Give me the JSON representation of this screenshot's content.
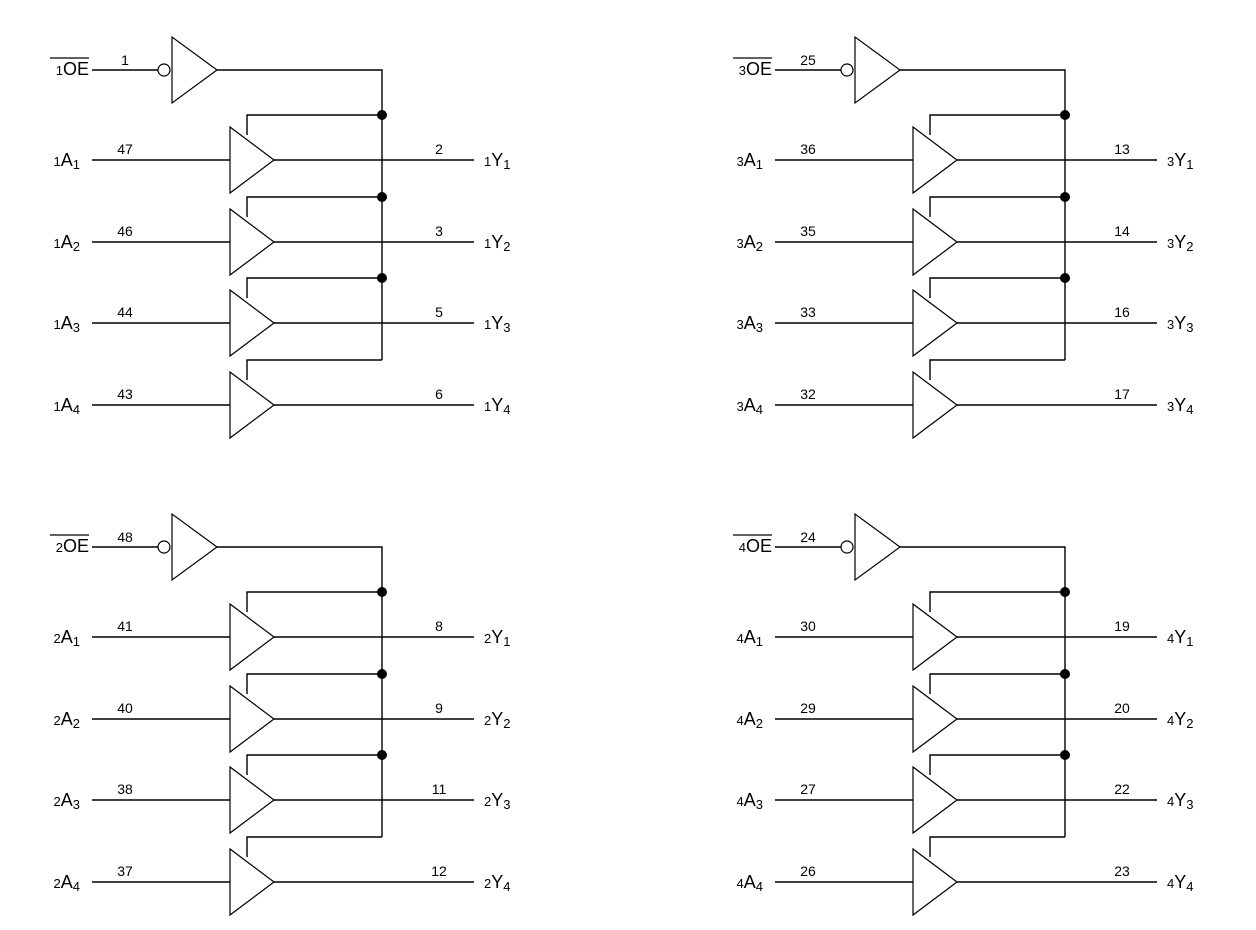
{
  "groups": [
    {
      "id": "1",
      "oe": {
        "prefix": "1",
        "name": "OE",
        "pin": "1"
      },
      "channels": [
        {
          "in_prefix": "1",
          "in_name": "A",
          "in_idx": "1",
          "in_pin": "47",
          "out_pin": "2",
          "out_prefix": "1",
          "out_name": "Y",
          "out_idx": "1"
        },
        {
          "in_prefix": "1",
          "in_name": "A",
          "in_idx": "2",
          "in_pin": "46",
          "out_pin": "3",
          "out_prefix": "1",
          "out_name": "Y",
          "out_idx": "2"
        },
        {
          "in_prefix": "1",
          "in_name": "A",
          "in_idx": "3",
          "in_pin": "44",
          "out_pin": "5",
          "out_prefix": "1",
          "out_name": "Y",
          "out_idx": "3"
        },
        {
          "in_prefix": "1",
          "in_name": "A",
          "in_idx": "4",
          "in_pin": "43",
          "out_pin": "6",
          "out_prefix": "1",
          "out_name": "Y",
          "out_idx": "4"
        }
      ]
    },
    {
      "id": "3",
      "oe": {
        "prefix": "3",
        "name": "OE",
        "pin": "25"
      },
      "channels": [
        {
          "in_prefix": "3",
          "in_name": "A",
          "in_idx": "1",
          "in_pin": "36",
          "out_pin": "13",
          "out_prefix": "3",
          "out_name": "Y",
          "out_idx": "1"
        },
        {
          "in_prefix": "3",
          "in_name": "A",
          "in_idx": "2",
          "in_pin": "35",
          "out_pin": "14",
          "out_prefix": "3",
          "out_name": "Y",
          "out_idx": "2"
        },
        {
          "in_prefix": "3",
          "in_name": "A",
          "in_idx": "3",
          "in_pin": "33",
          "out_pin": "16",
          "out_prefix": "3",
          "out_name": "Y",
          "out_idx": "3"
        },
        {
          "in_prefix": "3",
          "in_name": "A",
          "in_idx": "4",
          "in_pin": "32",
          "out_pin": "17",
          "out_prefix": "3",
          "out_name": "Y",
          "out_idx": "4"
        }
      ]
    },
    {
      "id": "2",
      "oe": {
        "prefix": "2",
        "name": "OE",
        "pin": "48"
      },
      "channels": [
        {
          "in_prefix": "2",
          "in_name": "A",
          "in_idx": "1",
          "in_pin": "41",
          "out_pin": "8",
          "out_prefix": "2",
          "out_name": "Y",
          "out_idx": "1"
        },
        {
          "in_prefix": "2",
          "in_name": "A",
          "in_idx": "2",
          "in_pin": "40",
          "out_pin": "9",
          "out_prefix": "2",
          "out_name": "Y",
          "out_idx": "2"
        },
        {
          "in_prefix": "2",
          "in_name": "A",
          "in_idx": "3",
          "in_pin": "38",
          "out_pin": "11",
          "out_prefix": "2",
          "out_name": "Y",
          "out_idx": "3"
        },
        {
          "in_prefix": "2",
          "in_name": "A",
          "in_idx": "4",
          "in_pin": "37",
          "out_pin": "12",
          "out_prefix": "2",
          "out_name": "Y",
          "out_idx": "4"
        }
      ]
    },
    {
      "id": "4",
      "oe": {
        "prefix": "4",
        "name": "OE",
        "pin": "24"
      },
      "channels": [
        {
          "in_prefix": "4",
          "in_name": "A",
          "in_idx": "1",
          "in_pin": "30",
          "out_pin": "19",
          "out_prefix": "4",
          "out_name": "Y",
          "out_idx": "1"
        },
        {
          "in_prefix": "4",
          "in_name": "A",
          "in_idx": "2",
          "in_pin": "29",
          "out_pin": "20",
          "out_prefix": "4",
          "out_name": "Y",
          "out_idx": "2"
        },
        {
          "in_prefix": "4",
          "in_name": "A",
          "in_idx": "3",
          "in_pin": "27",
          "out_pin": "22",
          "out_prefix": "4",
          "out_name": "Y",
          "out_idx": "3"
        },
        {
          "in_prefix": "4",
          "in_name": "A",
          "in_idx": "4",
          "in_pin": "26",
          "out_pin": "23",
          "out_prefix": "4",
          "out_name": "Y",
          "out_idx": "4"
        }
      ]
    }
  ]
}
